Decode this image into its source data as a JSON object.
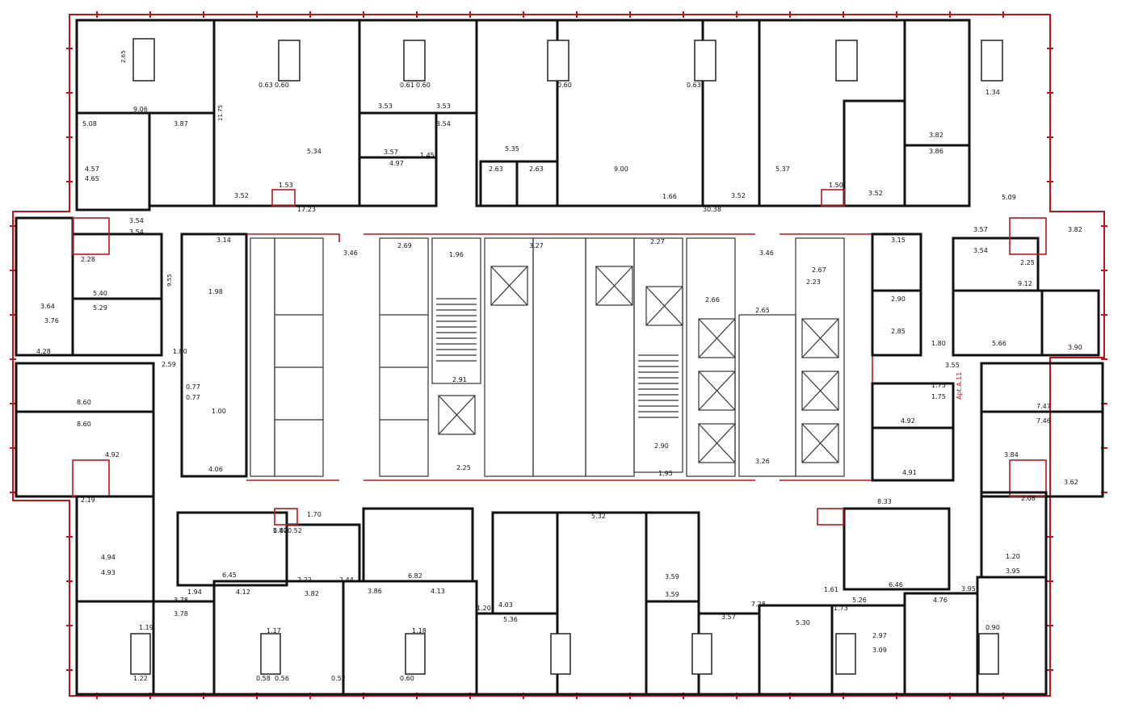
{
  "floor_labels": {
    "top": [
      "2.65",
      "9.06",
      "5.08",
      "3.87",
      "4.57",
      "4.65",
      "11.75",
      "5.34",
      "3.53",
      "3.53",
      "3.54",
      "3.57",
      "1.45",
      "4.97",
      "2.63",
      "2.63",
      "5.35",
      "9.00",
      "5.37",
      "3.52",
      "3.52",
      "1.53",
      "17.23",
      "1.66",
      "30.38",
      "1.50",
      "1.34",
      "3.52",
      "3.82",
      "3.86",
      "5.09",
      "0.63",
      "0.60",
      "0.61",
      "0.60",
      "0.60",
      "0.63"
    ],
    "left": [
      "2.28",
      "3.54",
      "3.54",
      "5.40",
      "5.29",
      "3.64",
      "3.76",
      "4.28",
      "9.55",
      "1.80",
      "2.59",
      "0.77",
      "0.77",
      "1.00",
      "8.60",
      "8.60",
      "4.92",
      "2.19",
      "4.06",
      "3.14",
      "1.98",
      "3.46",
      "2.69",
      "1.96"
    ],
    "center": [
      "3.27",
      "2.91",
      "2.25",
      "2.27",
      "2.90",
      "2.66",
      "2.23",
      "2.65",
      "3.26",
      "3.46",
      "2.67",
      "1.95"
    ],
    "right": [
      "3.57",
      "3.54",
      "9.12",
      "2.25",
      "3.82",
      "3.15",
      "2.90",
      "2.85",
      "5.66",
      "3.90",
      "3.55",
      "1.80",
      "1.75",
      "1.75",
      "7.47",
      "7.46",
      "4.92",
      "4.91",
      "3.84",
      "3.62",
      "2.08"
    ],
    "bottom": [
      "0.47",
      "0.52",
      "1.70",
      "6.45",
      "2.22",
      "2.44",
      "4.12",
      "3.82",
      "3.86",
      "6.82",
      "4.13",
      "1.20",
      "4.03",
      "5.36",
      "5.32",
      "3.59",
      "3.59",
      "7.28",
      "5.30",
      "3.57",
      "5.26",
      "4.76",
      "1.73",
      "2.97",
      "3.09",
      "1.61",
      "8.33",
      "6.46",
      "4.94",
      "4.93",
      "3.78",
      "3.78",
      "1.94",
      "1.19",
      "1.17",
      "1.18",
      "1.22",
      "0.58",
      "0.60",
      "0.56",
      "0.52",
      "0.90",
      "1.20",
      "3.95",
      "3.95",
      "1.80"
    ]
  },
  "apartment_label": "Apt.A.11"
}
